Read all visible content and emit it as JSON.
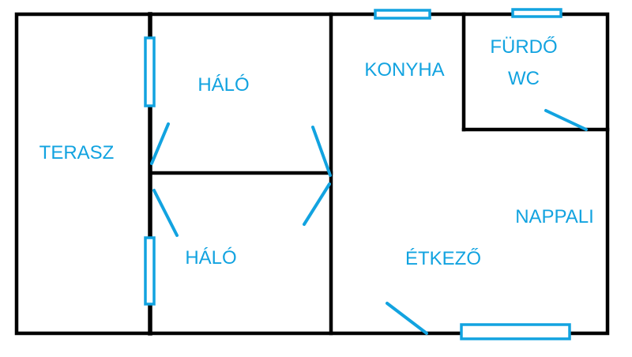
{
  "colors": {
    "walls": "#000000",
    "fixtures": "#12a3e0",
    "labels": "#12a3e0"
  },
  "rooms": {
    "terasz": "TERASZ",
    "halo_upper": "HÁLÓ",
    "halo_lower": "HÁLÓ",
    "konyha": "KONYHA",
    "furdo": "FÜRDŐ",
    "wc": "WC",
    "nappali": "NAPPALI",
    "etkezo": "ÉTKEZŐ"
  }
}
